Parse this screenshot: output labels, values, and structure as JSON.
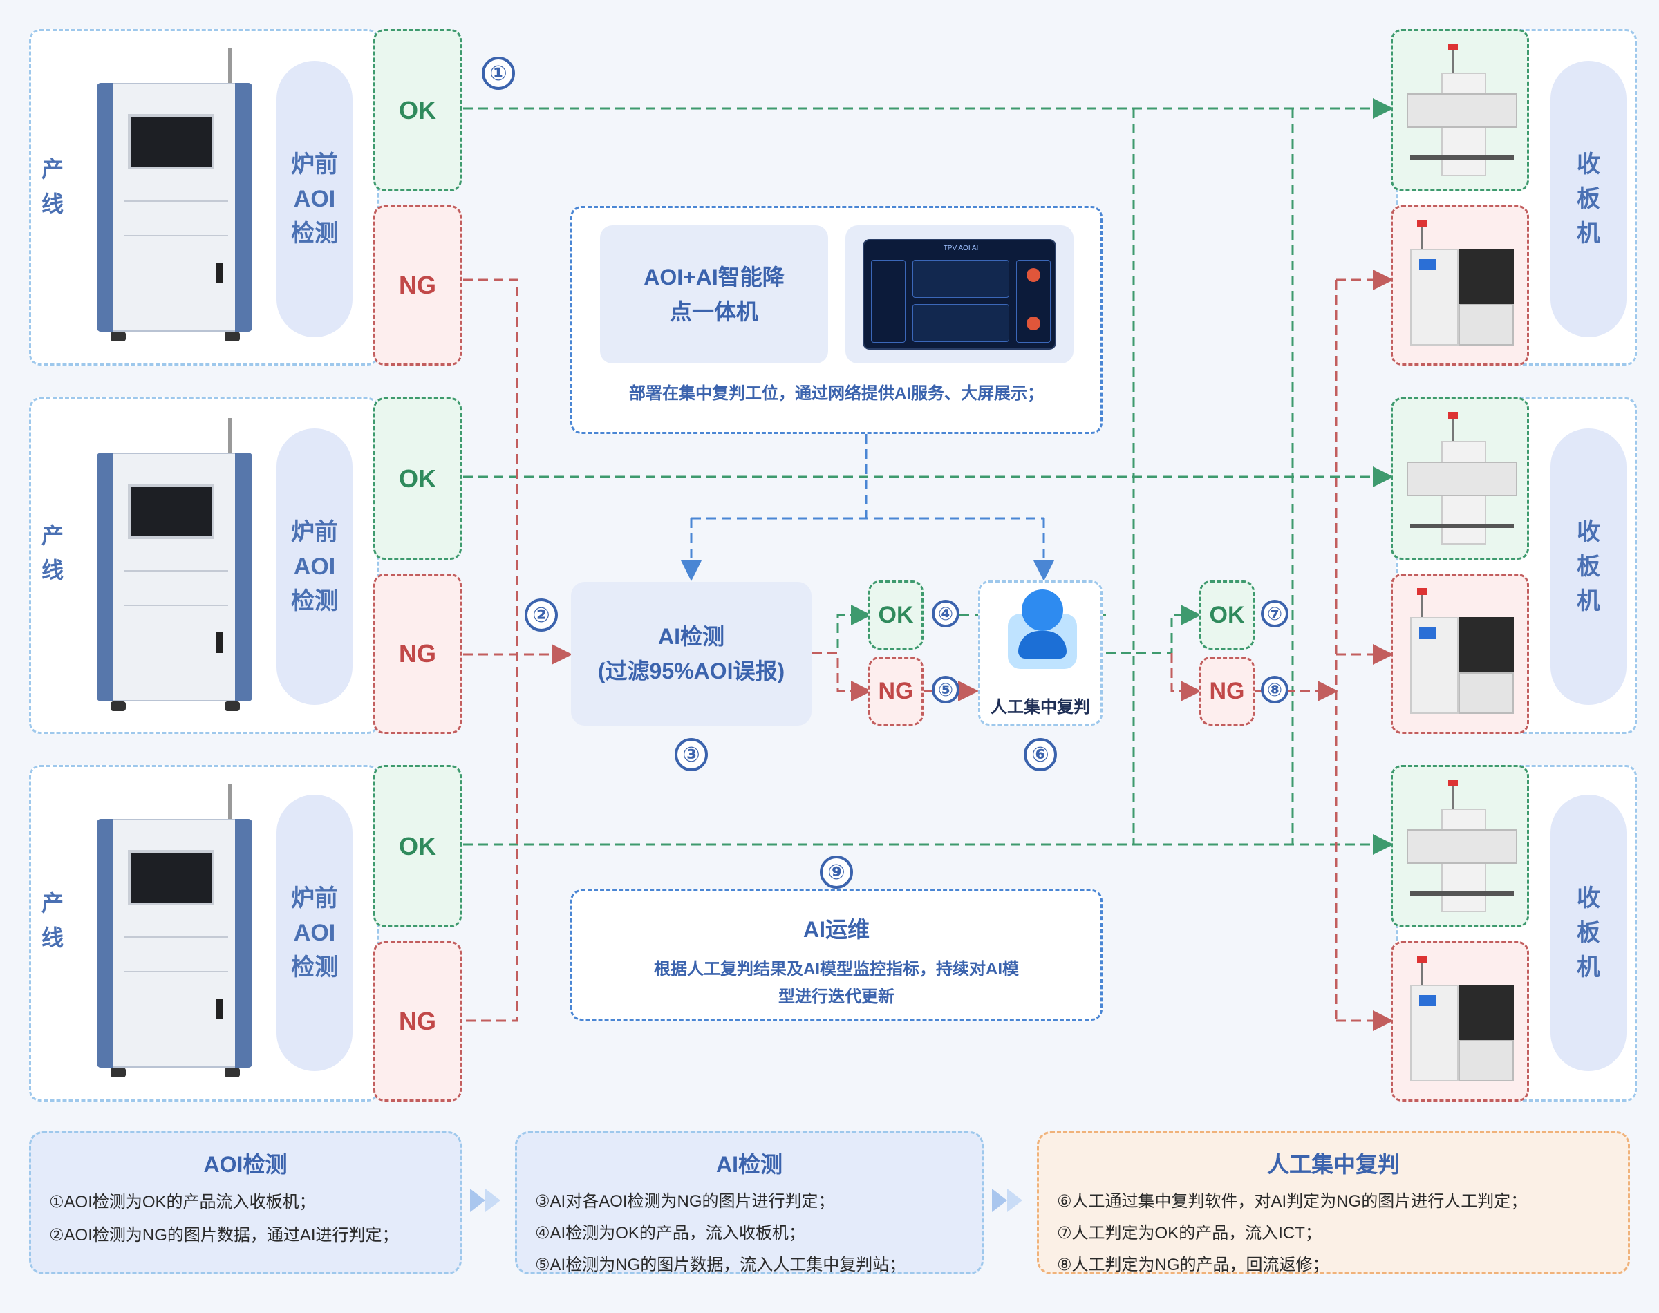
{
  "circles": [
    "①",
    "②",
    "③",
    "④",
    "⑤",
    "⑥",
    "⑦",
    "⑧",
    "⑨"
  ],
  "labels": {
    "ok": "OK",
    "ng": "NG"
  },
  "lines": [
    {
      "name": "产线",
      "aoi": "炉前AOI检测"
    },
    {
      "name": "产线",
      "aoi": "炉前AOI检测"
    },
    {
      "name": "产线",
      "aoi": "炉前AOI检测"
    }
  ],
  "collector_label": "收板机",
  "ai_box": {
    "title_line1": "AOI+AI智能降",
    "title_line2": "点一体机",
    "screen_title": "TPV AOI AI",
    "desc": "部署在集中复判工位，通过网络提供AI服务、大屏展示；"
  },
  "ai_detect": {
    "line1": "AI检测",
    "line2": "(过滤95%AOI误报)"
  },
  "manual_review": {
    "label": "人工集中复判"
  },
  "ai_ops": {
    "title": "AI运维",
    "desc_line1": "根据人工复判结果及AI模型监控指标，持续对AI模",
    "desc_line2": "型进行迭代更新"
  },
  "legend": [
    {
      "title": "AOI检测",
      "items": [
        "①AOI检测为OK的产品流入收板机；",
        "②AOI检测为NG的图片数据，通过AI进行判定；"
      ]
    },
    {
      "title": "AI检测",
      "items": [
        "③AI对各AOI检测为NG的图片进行判定；",
        "④AI检测为OK的产品，流入收板机；",
        "⑤AI检测为NG的图片数据，流入人工集中复判站；"
      ]
    },
    {
      "title": "人工集中复判",
      "items": [
        "⑥人工通过集中复判软件，对AI判定为NG的图片进行人工判定；",
        "⑦人工判定为OK的产品，流入ICT；",
        "⑧人工判定为NG的产品，回流返修；"
      ]
    }
  ],
  "colors": {
    "ok_green": "#3e9a6e",
    "ng_red": "#c25e5e",
    "blue": "#3b63ad",
    "legend_orange": "#f0b27a"
  }
}
